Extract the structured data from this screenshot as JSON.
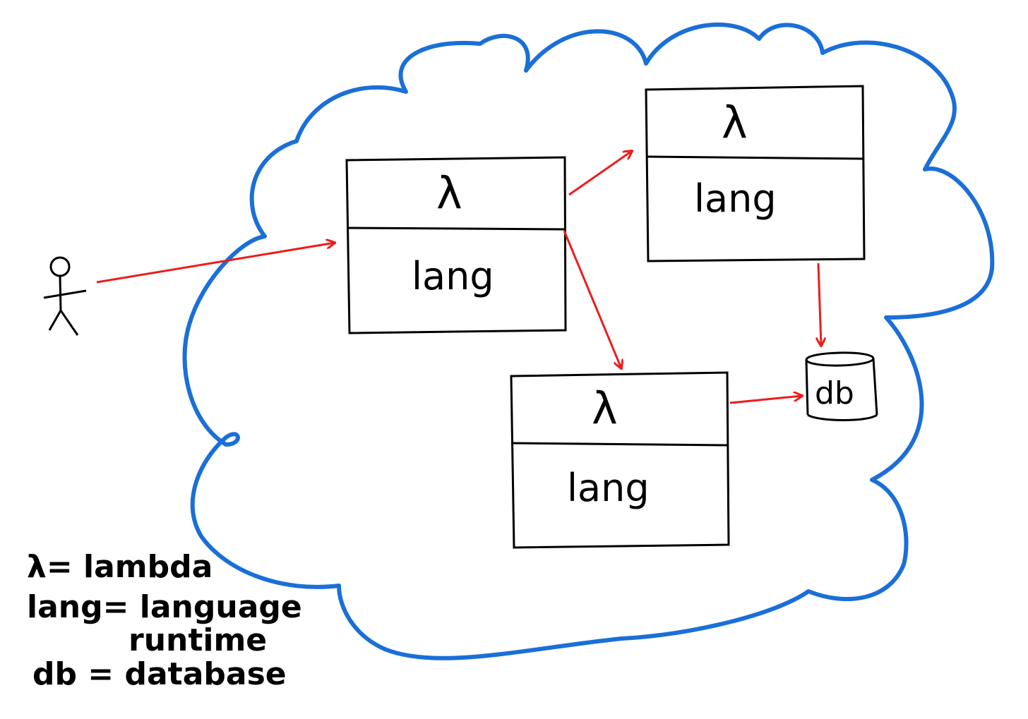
{
  "colors": {
    "cloud": "#1a6fd8",
    "arrow": "#ee1c1c",
    "ink": "#000000",
    "background": "#ffffff"
  },
  "boxes": [
    {
      "id": "box-1",
      "top_label": "λ",
      "bottom_label": "lang"
    },
    {
      "id": "box-2",
      "top_label": "λ",
      "bottom_label": "lang"
    },
    {
      "id": "box-3",
      "top_label": "λ",
      "bottom_label": "lang"
    }
  ],
  "database": {
    "label": "db"
  },
  "arrows": [
    {
      "from": "user",
      "to": "box-1"
    },
    {
      "from": "box-1",
      "to": "box-2"
    },
    {
      "from": "box-1",
      "to": "box-3"
    },
    {
      "from": "box-2",
      "to": "database"
    },
    {
      "from": "box-3",
      "to": "database"
    }
  ],
  "legend": {
    "line1": "λ= lambda",
    "line2": "lang= language",
    "line3": "runtime",
    "line4": "db = database"
  }
}
